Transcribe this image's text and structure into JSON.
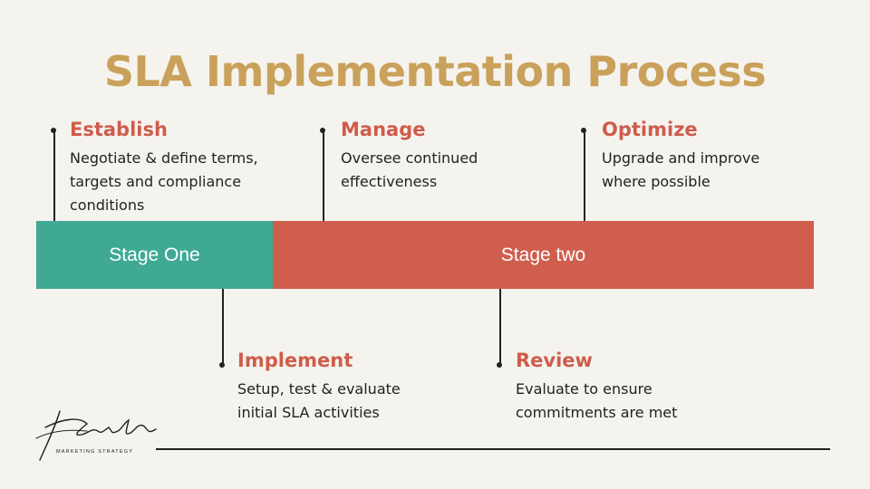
{
  "title": "SLA Implementation Process",
  "colors": {
    "title": "#c9a15a",
    "heading": "#cf5c4b",
    "stage_one": "#3fa994",
    "stage_two": "#d05e4d",
    "line": "#222222",
    "background": "#f5f3ee"
  },
  "stages": [
    {
      "label": "Stage One"
    },
    {
      "label": "Stage two"
    }
  ],
  "steps": {
    "establish": {
      "title": "Establish",
      "lines": [
        "Negotiate & define terms,",
        "targets and compliance",
        "conditions"
      ]
    },
    "manage": {
      "title": "Manage",
      "lines": [
        "Oversee continued",
        "effectiveness"
      ]
    },
    "optimize": {
      "title": "Optimize",
      "lines": [
        "Upgrade and improve",
        "where possible"
      ]
    },
    "implement": {
      "title": "Implement",
      "lines": [
        "Setup, test & evaluate",
        "initial SLA activities"
      ]
    },
    "review": {
      "title": "Review",
      "lines": [
        "Evaluate to ensure",
        "commitments are met"
      ]
    }
  },
  "logo": {
    "name": "signature-logo",
    "tagline": "MARKETING  STRATEGY"
  }
}
